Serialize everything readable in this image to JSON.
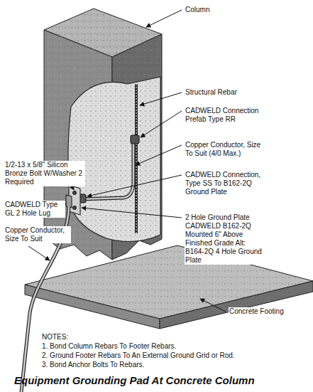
{
  "diagram": {
    "title": "Equipment Grounding Pad At Concrete Column",
    "labels": [
      "Column",
      "Structural Rebar",
      "CADWELD Connection Prefab Type RR",
      "Copper Conductor, Size To Suit (4/0 Max.)",
      "CADWELD Connection, Type SS To B162-2Q Ground Plate",
      "2 Hole Ground Plate CADWELD B162-2Q Mounted 6\" Above Finished Grade Alt: B164-2Q 4 Hole Ground Plate",
      "1/2-13 x 5/8\" Silicon Bronze Bolt W/Washer 2 Required",
      "CADWELD Type GL 2 Hole Lug",
      "Copper Conductor, Size To Suit",
      "Concrete Footing",
      "NOTES:",
      "1. Bond Column Rebars To Footer Rebars.",
      "2. Ground Footer Rebars To An External Ground Grid or Rod.",
      "3. Bond Anchor Bolts To Rebars."
    ]
  }
}
